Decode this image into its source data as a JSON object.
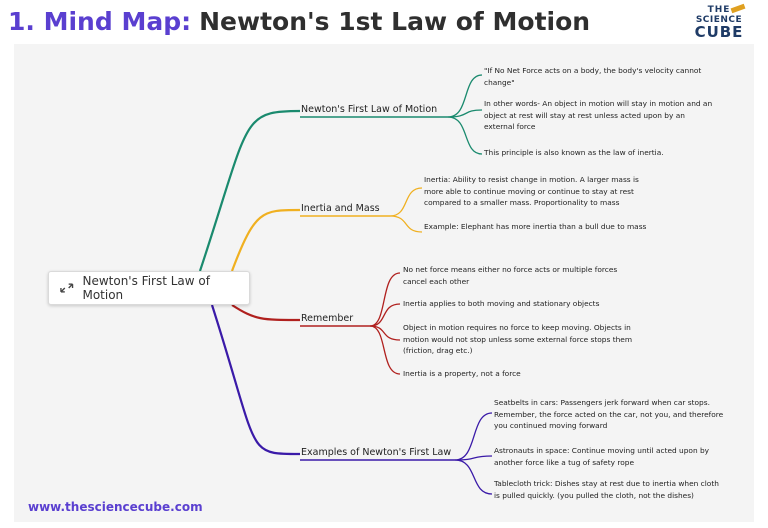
{
  "header": {
    "prefix": "1. Mind Map:",
    "title": "Newton's 1st Law of Motion"
  },
  "logo": {
    "line1": "THE",
    "line2": "SCIENCE",
    "line3": "CUBE"
  },
  "root": {
    "label": "Newton's First Law of Motion",
    "icon": "collapse-arrows-icon"
  },
  "branches": [
    {
      "label": "Newton's First Law of Motion",
      "color": "#1a8a6e",
      "leaves": [
        "\"If No Net Force acts on a body, the body's velocity cannot change\"",
        "In other words- An object in motion will stay in motion and an object at rest will stay at rest unless acted upon by an external force",
        "This principle is also known as the law of inertia."
      ]
    },
    {
      "label": "Inertia and Mass",
      "color": "#f0b020",
      "leaves": [
        "Inertia: Ability to resist change in motion. A larger mass is more able to continue moving or continue to stay at rest compared to a smaller mass. Proportionality to mass",
        "Example: Elephant has more inertia than a bull due to mass"
      ]
    },
    {
      "label": "Remember",
      "color": "#b0201e",
      "leaves": [
        "No net force means either no force acts or multiple forces cancel each other",
        "Inertia applies to both moving and stationary objects",
        "Object in motion requires no force to keep moving. Objects in motion would not stop unless some external force stops them (friction, drag etc.)",
        "Inertia is a property, not a force"
      ]
    },
    {
      "label": "Examples of Newton's First Law",
      "color": "#3a1aa8",
      "leaves": [
        "Seatbelts in cars: Passengers jerk forward when car stops. Remember, the force acted on the car, not you, and therefore you continued moving forward",
        "Astronauts in space: Continue moving until acted upon by another force like a tug of safety rope",
        "Tablecloth trick: Dishes stay at rest due to inertia when cloth is pulled quickly. (you pulled the cloth, not the dishes)"
      ]
    }
  ],
  "footer": {
    "url": "www.thesciencecube.com"
  }
}
